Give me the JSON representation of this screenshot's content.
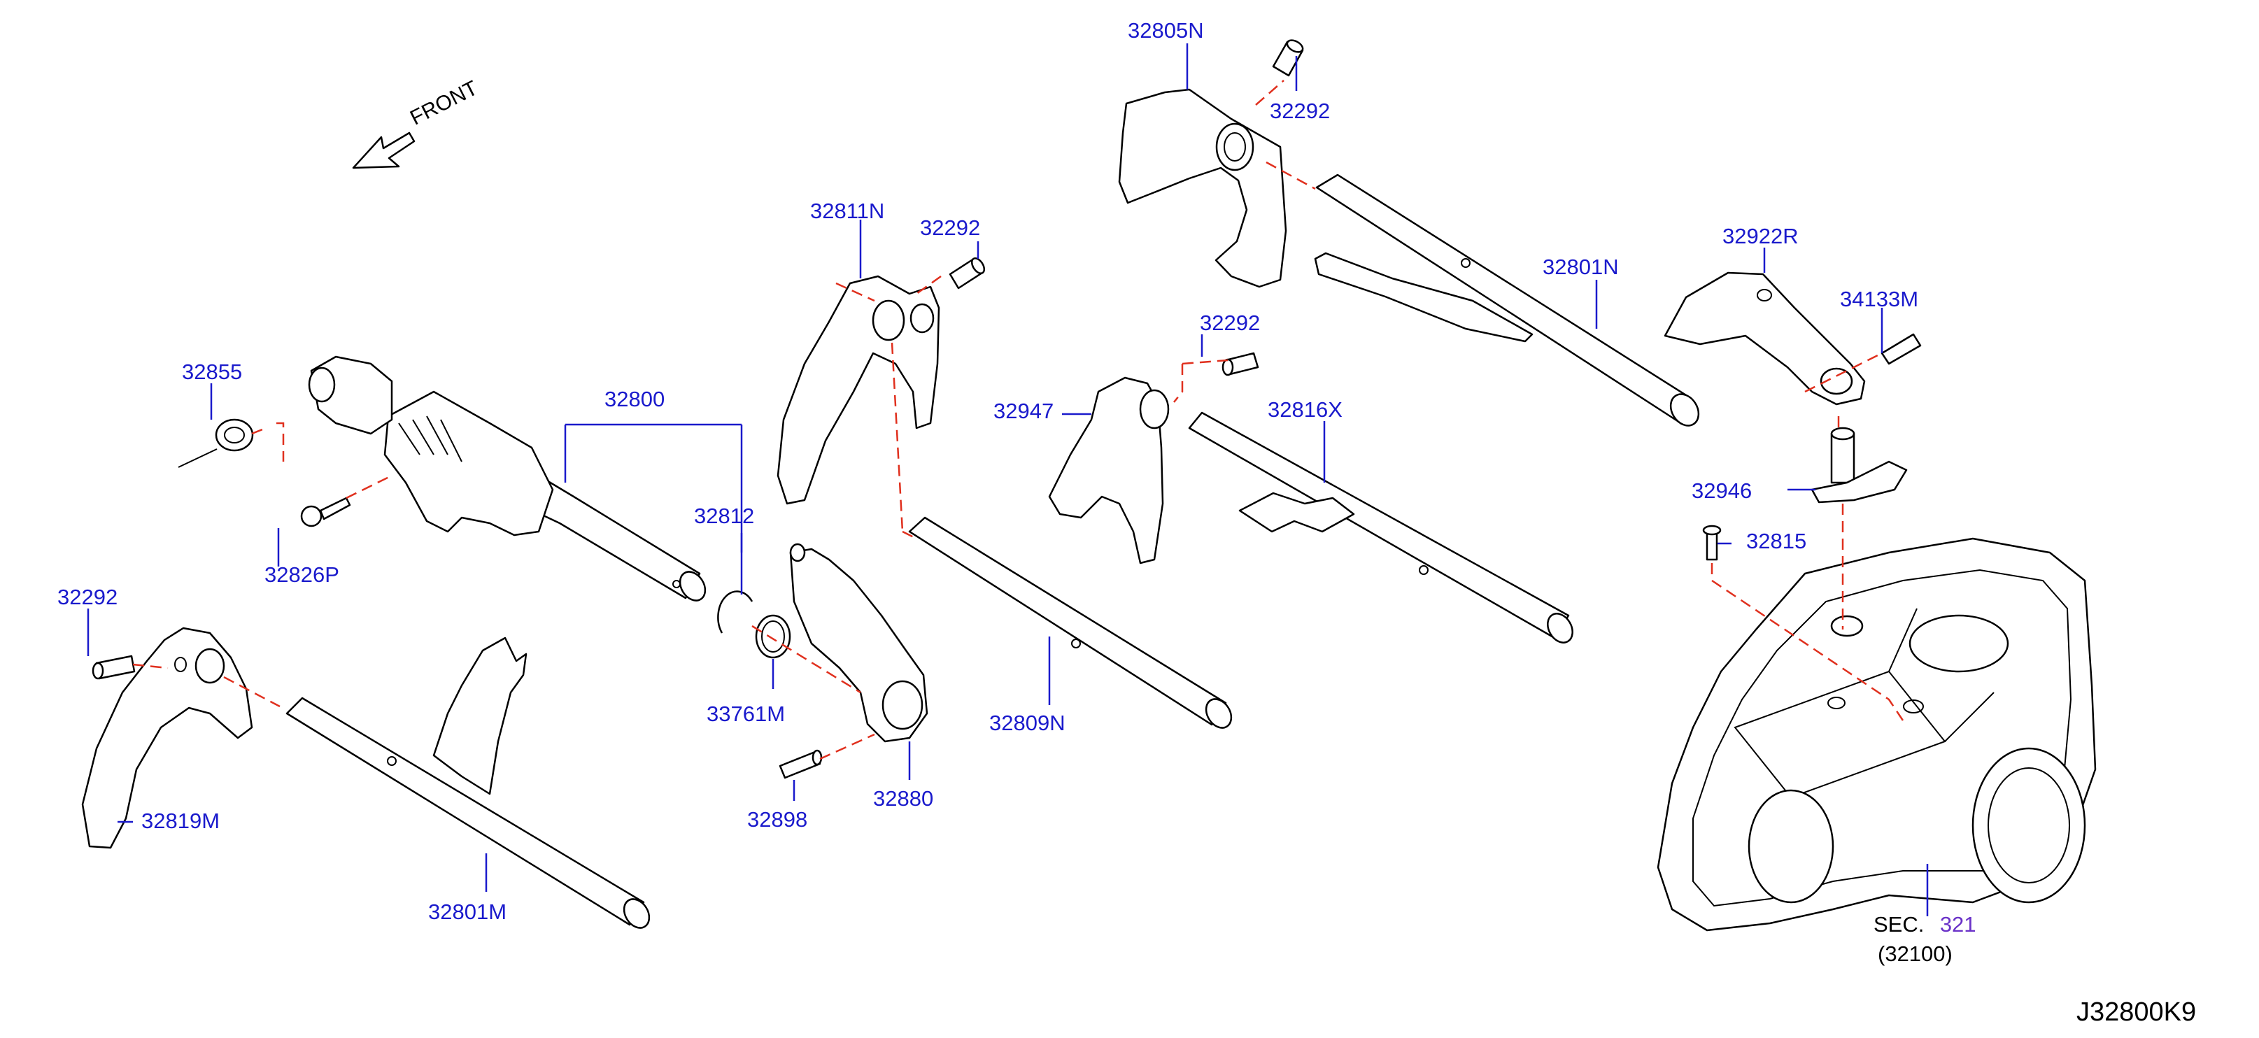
{
  "direction": {
    "label": "FRONT"
  },
  "callouts": {
    "p32805N": "32805N",
    "p32292_a": "32292",
    "p32801N": "32801N",
    "p32922R": "32922R",
    "p34133M": "34133M",
    "p32811N": "32811N",
    "p32292_b": "32292",
    "p32292_c": "32292",
    "p32947": "32947",
    "p32816X": "32816X",
    "p32946": "32946",
    "p32815": "32815",
    "p32855": "32855",
    "p32800": "32800",
    "p32812": "32812",
    "p32826P": "32826P",
    "p32292_d": "32292",
    "p33761M": "33761M",
    "p32809N": "32809N",
    "p32819M": "32819M",
    "p32898": "32898",
    "p32880": "32880",
    "p32801M": "32801M"
  },
  "section_ref": {
    "prefix": "SEC.",
    "number": "321",
    "part": "(32100)"
  },
  "diagram_code": "J32800K9",
  "colors": {
    "callout": "#1a1acc",
    "dashed_line": "#e0301e",
    "section_number": "#6a32c8",
    "outline": "#000000"
  }
}
